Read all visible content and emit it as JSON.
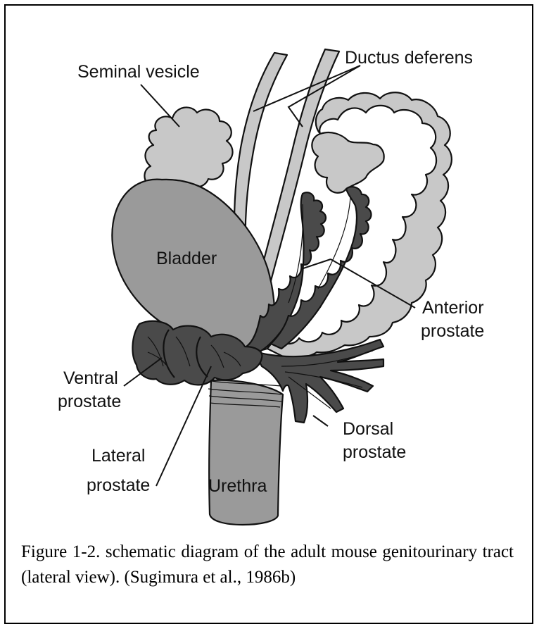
{
  "labels": {
    "seminal_vesicle": "Seminal vesicle",
    "ductus_deferens": "Ductus deferens",
    "bladder": "Bladder",
    "anterior_prostate_line1": "Anterior",
    "anterior_prostate_line2": "prostate",
    "ventral_prostate_line1": "Ventral",
    "ventral_prostate_line2": "prostate",
    "lateral_prostate_line1": "Lateral",
    "lateral_prostate_line2": "prostate",
    "dorsal_prostate_line1": "Dorsal",
    "dorsal_prostate_line2": "prostate",
    "urethra": "Urethra"
  },
  "caption": "Figure 1-2. schematic diagram of the adult mouse genitourinary tract (lateral view). (Sugimura et al., 1986b)",
  "colors": {
    "light_gray": "#c8c8c8",
    "mid_gray": "#9a9a9a",
    "dark_gray": "#4a4a4a",
    "outline": "#111111"
  }
}
